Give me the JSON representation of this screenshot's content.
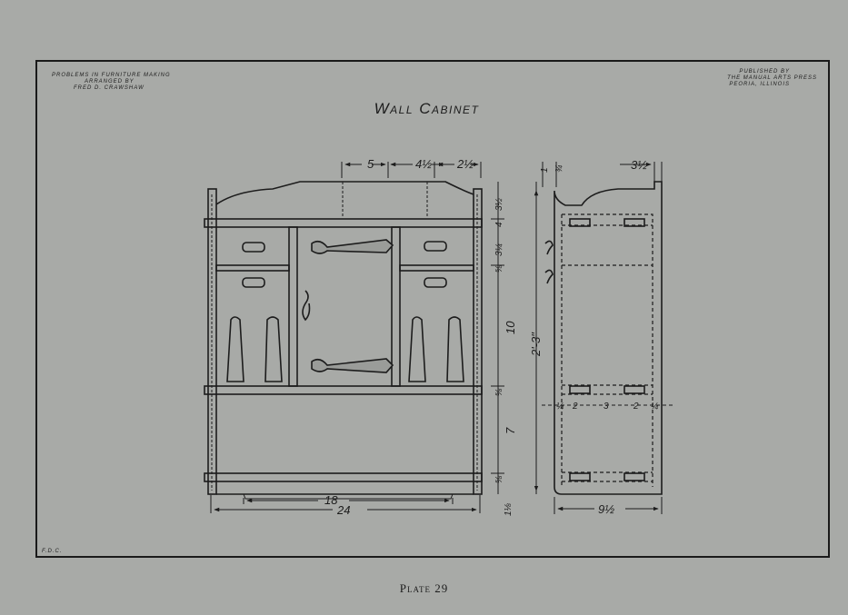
{
  "header_left": [
    "Problems in Furniture Making",
    "Arranged by",
    "Fred D. Crawshaw"
  ],
  "header_right": [
    "Published by",
    "The Manual Arts Press",
    "Peoria, Illinois"
  ],
  "title": "Wall Cabinet",
  "initials": "F.D.C.",
  "caption": "Plate 29",
  "front_top_dims": [
    "5",
    "4½",
    "2½"
  ],
  "front_bottom_dims": [
    "18",
    "24"
  ],
  "vertical_dims": [
    "3½",
    "4",
    "3¼",
    "⅝",
    "10",
    "2'-3\"",
    "⅝",
    "7",
    "⅝",
    "1⅛"
  ],
  "side_top_dims": [
    "1",
    "¾",
    "3½"
  ],
  "side_shelf_dims": [
    "¼",
    "2",
    "3",
    "2",
    "¼"
  ],
  "side_bottom_dim": "9½",
  "colors": {
    "paper": "#a8aaa7",
    "ink": "#1c1c1c"
  }
}
